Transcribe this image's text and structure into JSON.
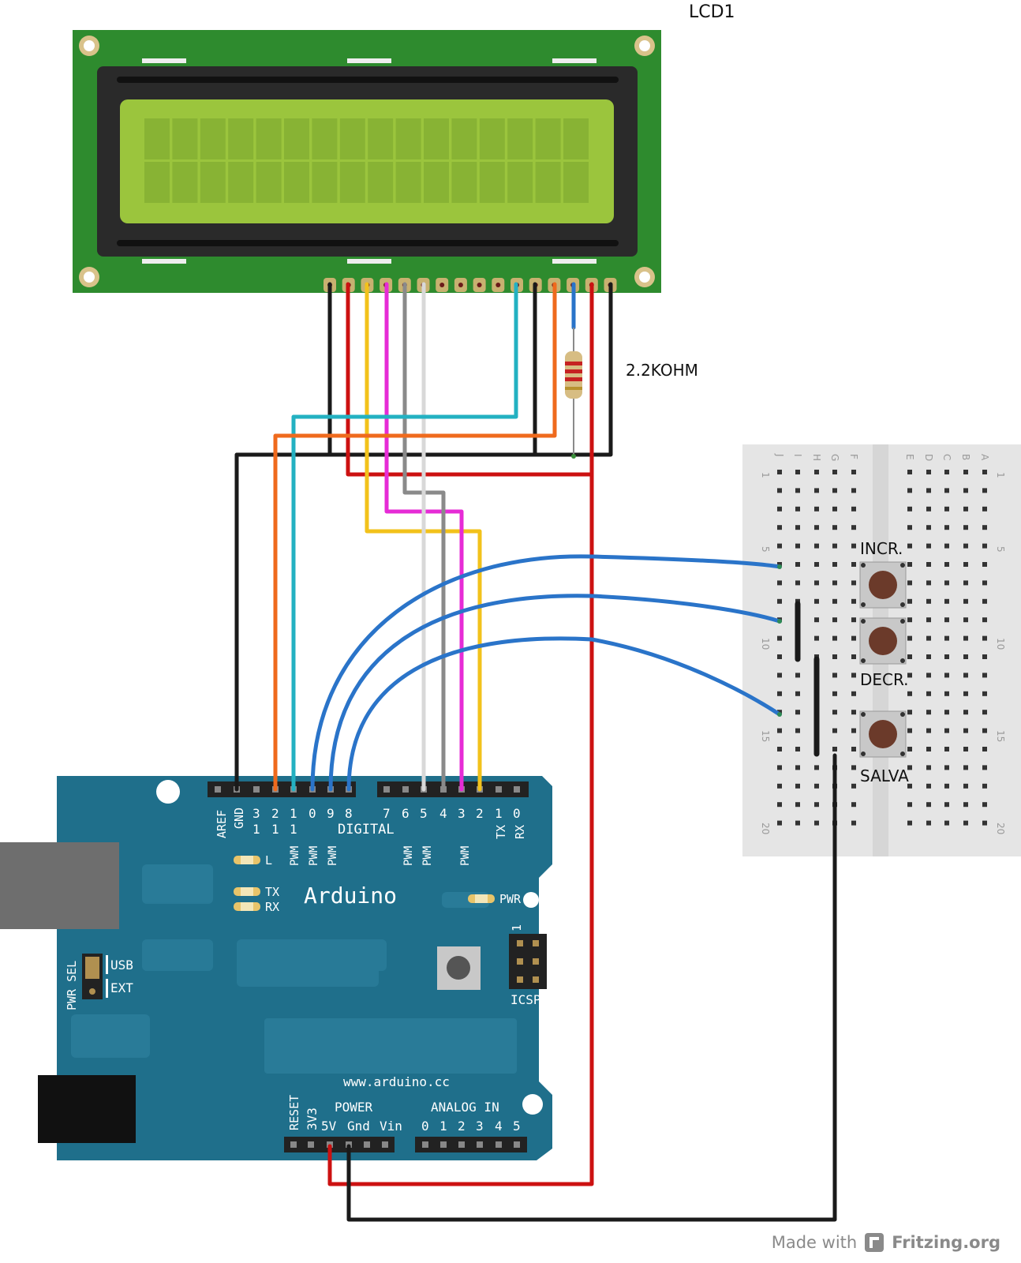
{
  "lcd": {
    "label": "LCD1"
  },
  "resistor": {
    "label": "2.2KOHM"
  },
  "buttons": {
    "incr": "INCR.",
    "decr": "DECR.",
    "salva": "SALVA"
  },
  "breadboard": {
    "cols_left": [
      "J",
      "I",
      "H",
      "G",
      "F"
    ],
    "cols_right": [
      "E",
      "D",
      "C",
      "B",
      "A"
    ],
    "row_numbers": [
      "1",
      "5",
      "10",
      "15",
      "20"
    ]
  },
  "arduino": {
    "brand": "Arduino",
    "url": "www.arduino.cc",
    "digital_label": "DIGITAL",
    "aref": "AREF",
    "gnd": "GND",
    "digital_pins_top": [
      "1",
      "1",
      "1",
      "",
      "",
      "",
      "",
      "",
      "",
      "",
      "",
      "",
      "",
      ""
    ],
    "digital_pins_bottom": [
      "3",
      "2",
      "1",
      "0",
      "9",
      "8",
      "7",
      "6",
      "5",
      "4",
      "3",
      "2",
      "1",
      "0"
    ],
    "tx_pin": "TX",
    "rx_pin": "RX",
    "pwm": "PWM",
    "led_l": "L",
    "led_tx": "TX",
    "led_rx": "RX",
    "pwr": "PWR",
    "pwr_sel": "PWR SEL",
    "usb": "USB",
    "ext": "EXT",
    "icsp": "ICSP",
    "icsp_1": "1",
    "reset": "RESET",
    "power_label": "POWER",
    "power_pins": [
      "3V3",
      "5V",
      "Gnd",
      "Vin"
    ],
    "analog_label": "ANALOG IN",
    "analog_pins": [
      "0",
      "1",
      "2",
      "3",
      "4",
      "5"
    ]
  },
  "footer": {
    "made_with": "Made with",
    "brand": "Fritzing.org"
  },
  "colors": {
    "lcd_board": "#2e8b2e",
    "lcd_screen": "#9bc53d",
    "arduino_board": "#1f6f8b",
    "breadboard": "#e5e5e5",
    "wire_red": "#cc1111",
    "wire_black": "#1a1a1a",
    "wire_blue": "#2a74c9"
  }
}
